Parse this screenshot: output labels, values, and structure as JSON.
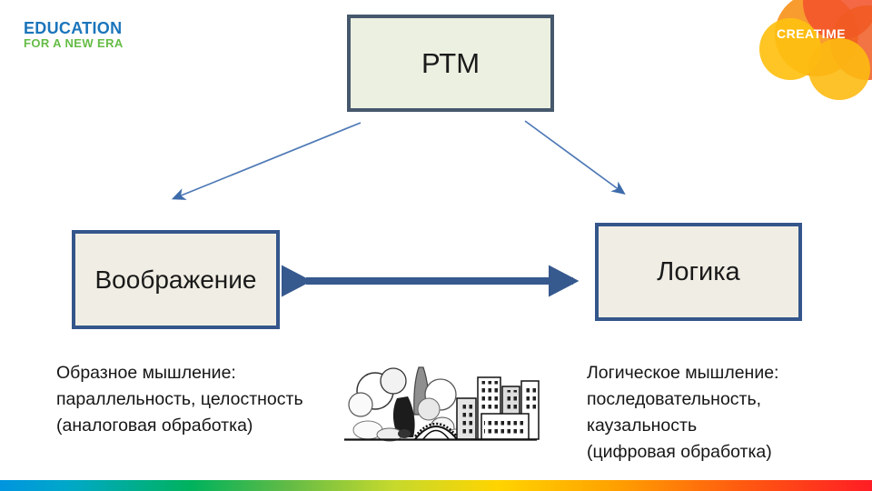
{
  "brand_left": {
    "line1": "EDUCATION",
    "line2": "FOR A NEW ERA"
  },
  "brand_right": {
    "name": "CREATIME"
  },
  "diagram": {
    "top_box": {
      "label": "РТМ"
    },
    "left_box": {
      "label": "Воображение"
    },
    "right_box": {
      "label": "Логика"
    }
  },
  "notes": {
    "left": {
      "line1": "Образное мышление:",
      "line2": "параллельность, целостность",
      "line3": "(аналоговая обработка)"
    },
    "right": {
      "line1": "Логическое мышление:",
      "line2": "последовательность,",
      "line3": "каузальность",
      "line4": "(цифровая обработка)"
    }
  },
  "colors": {
    "box_fill_top": "#ECF0E1",
    "box_fill_side": "#F0EEE4",
    "box_border_top": "#46586C",
    "box_border_side": "#34568B",
    "arrow_thin": "#4E79B6",
    "arrow_thick": "#36598E",
    "brand_blue": "#1B75BB",
    "brand_green": "#65BC46",
    "creatime_orange": "#F7941E",
    "creatime_red": "#F3532B",
    "creatime_yellow": "#FEC011",
    "rainbow": [
      "#0095DF",
      "#00B25C",
      "#C5D92D",
      "#FFD400",
      "#FF7A00",
      "#FF1D25"
    ]
  }
}
